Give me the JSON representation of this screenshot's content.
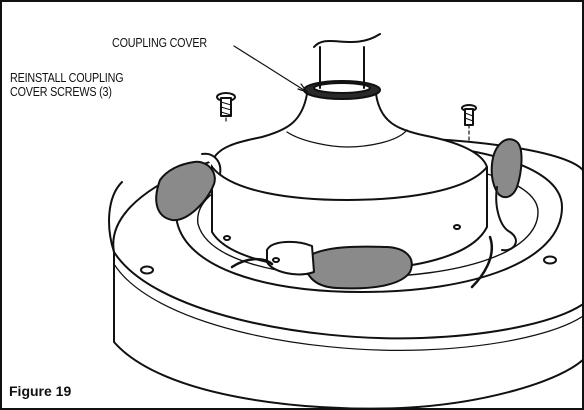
{
  "figure": {
    "number_label": "Figure 19",
    "callouts": {
      "coupling_cover": "COUPLING COVER",
      "screws_line1": "REINSTALL COUPLING",
      "screws_line2": "COVER SCREWS (3)"
    }
  },
  "colors": {
    "line": "#111111",
    "fill_light": "#ffffff",
    "fill_grey": "#8a8a8a",
    "fill_dark": "#2a2a2a"
  }
}
